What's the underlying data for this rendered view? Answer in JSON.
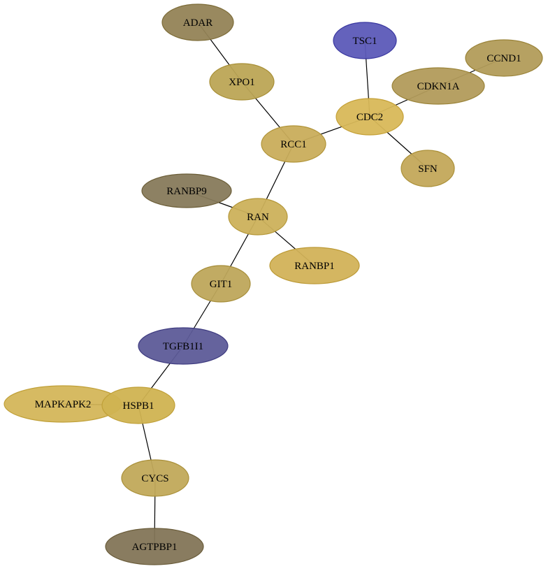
{
  "graph": {
    "nodes": [
      {
        "id": "ADAR",
        "label": "ADAR",
        "fill": "#938356",
        "stroke": "#7d6c38"
      },
      {
        "id": "XPO1",
        "label": "XPO1",
        "fill": "#bca555",
        "stroke": "#a88f36"
      },
      {
        "id": "TSC1",
        "label": "TSC1",
        "fill": "#5c5ab8",
        "stroke": "#3a38a0"
      },
      {
        "id": "CCND1",
        "label": "CCND1",
        "fill": "#b29c5a",
        "stroke": "#9a8338"
      },
      {
        "id": "CDKN1A",
        "label": "CDKN1A",
        "fill": "#b29b5b",
        "stroke": "#9a8338"
      },
      {
        "id": "CDC2",
        "label": "CDC2",
        "fill": "#d8b858",
        "stroke": "#c4a036"
      },
      {
        "id": "RCC1",
        "label": "RCC1",
        "fill": "#c9ad5b",
        "stroke": "#b19438"
      },
      {
        "id": "SFN",
        "label": "SFN",
        "fill": "#c3a85a",
        "stroke": "#ab9038"
      },
      {
        "id": "RANBP9",
        "label": "RANBP9",
        "fill": "#877a5b",
        "stroke": "#6c5e38"
      },
      {
        "id": "RAN",
        "label": "RAN",
        "fill": "#ccb15b",
        "stroke": "#b49738"
      },
      {
        "id": "RANBP1",
        "label": "RANBP1",
        "fill": "#d2b258",
        "stroke": "#bc9a36"
      },
      {
        "id": "GIT1",
        "label": "GIT1",
        "fill": "#bea65b",
        "stroke": "#a68d38"
      },
      {
        "id": "TGFB1I1",
        "label": "TGFB1I1",
        "fill": "#5d5b98",
        "stroke": "#3e3b80"
      },
      {
        "id": "MAPKAPK2",
        "label": "MAPKAPK2",
        "fill": "#d2b455",
        "stroke": "#c0a038"
      },
      {
        "id": "HSPB1",
        "label": "HSPB1",
        "fill": "#d0b351",
        "stroke": "#c0a038"
      },
      {
        "id": "CYCS",
        "label": "CYCS",
        "fill": "#c1a95a",
        "stroke": "#a98f38"
      },
      {
        "id": "AGTPBP1",
        "label": "AGTPBP1",
        "fill": "#837557",
        "stroke": "#6a5c3a"
      }
    ],
    "edges": [
      [
        "ADAR",
        "XPO1"
      ],
      [
        "XPO1",
        "RCC1"
      ],
      [
        "TSC1",
        "CDC2"
      ],
      [
        "CCND1",
        "CDKN1A"
      ],
      [
        "CDKN1A",
        "CDC2"
      ],
      [
        "CDC2",
        "RCC1"
      ],
      [
        "CDC2",
        "SFN"
      ],
      [
        "RCC1",
        "RAN"
      ],
      [
        "RANBP9",
        "RAN"
      ],
      [
        "RAN",
        "RANBP1"
      ],
      [
        "RAN",
        "GIT1"
      ],
      [
        "GIT1",
        "TGFB1I1"
      ],
      [
        "TGFB1I1",
        "HSPB1"
      ],
      [
        "MAPKAPK2",
        "HSPB1"
      ],
      [
        "HSPB1",
        "CYCS"
      ],
      [
        "CYCS",
        "AGTPBP1"
      ]
    ]
  }
}
